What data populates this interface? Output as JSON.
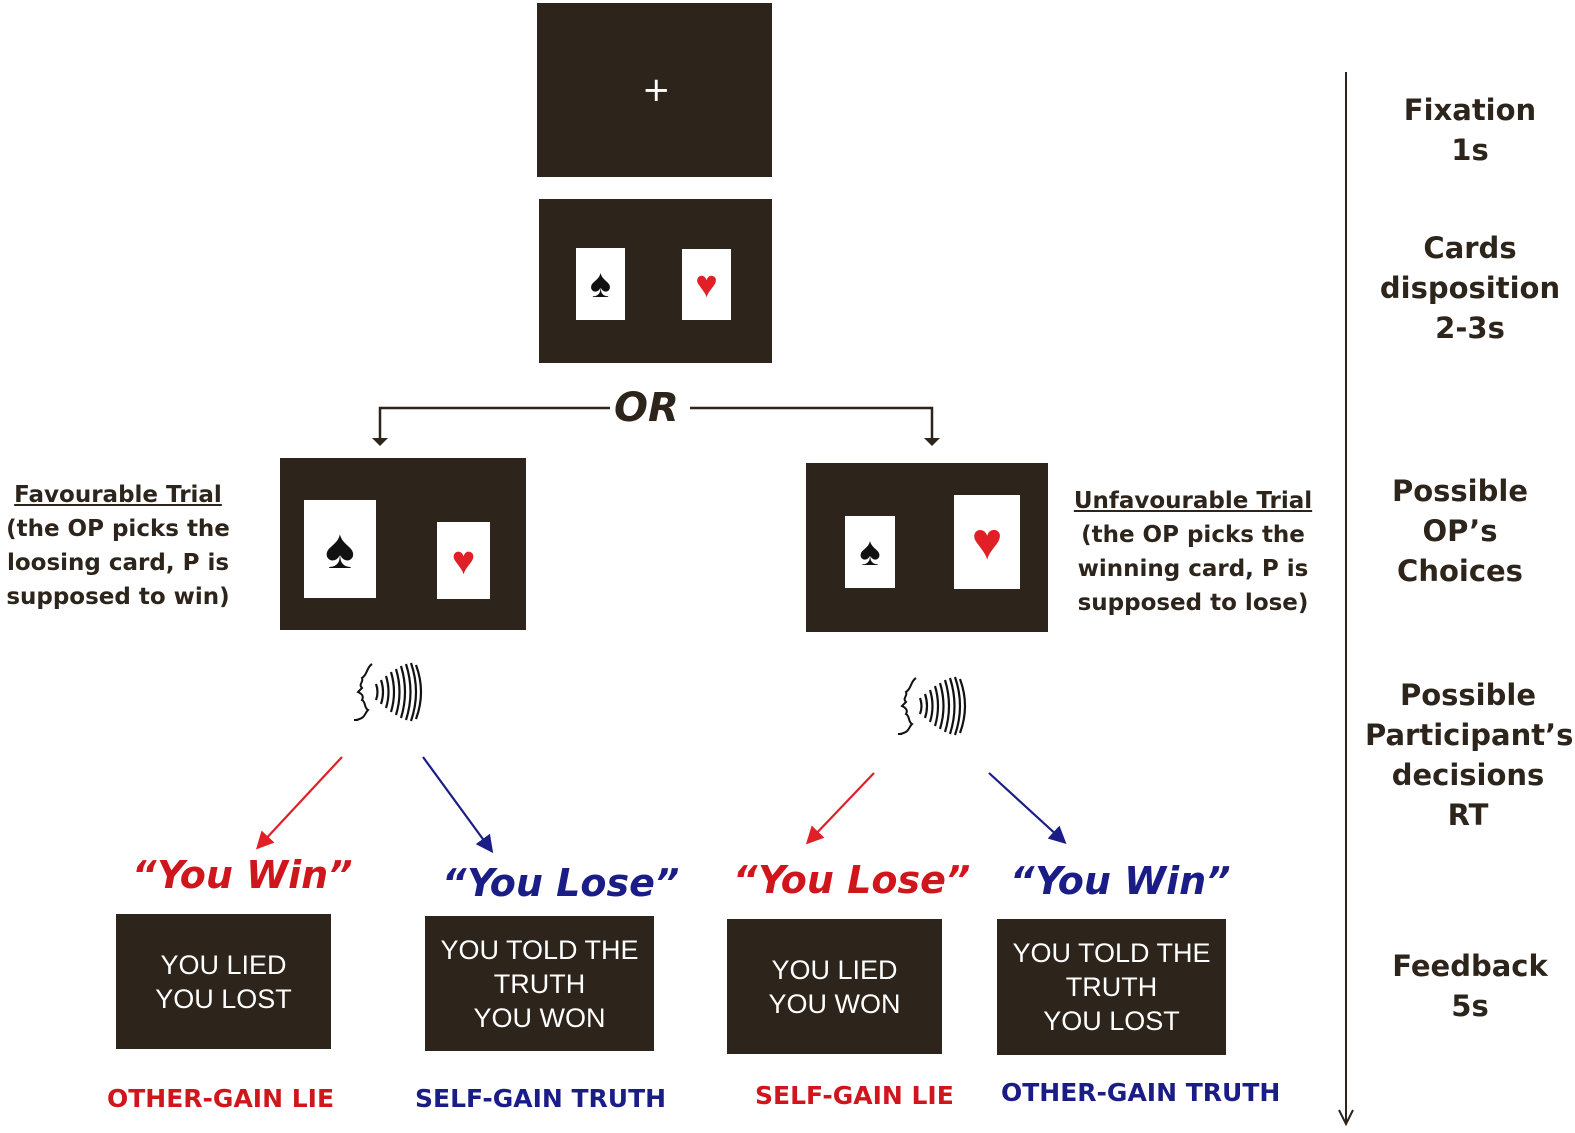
{
  "fixation": {
    "symbol": "+"
  },
  "or_label": "OR",
  "timeline": {
    "stages": [
      {
        "lines": [
          "Fixation",
          "1s"
        ]
      },
      {
        "lines": [
          "Cards",
          "disposition",
          "2-3s"
        ]
      },
      {
        "lines": [
          "Possible",
          "OP’s",
          "Choices"
        ]
      },
      {
        "lines": [
          "Possible",
          "Participant’s",
          "decisions",
          "RT"
        ]
      },
      {
        "lines": [
          "Feedback",
          "5s"
        ]
      }
    ]
  },
  "trials": {
    "favourable": {
      "title": "Favourable Trial",
      "desc": [
        "(the OP picks the",
        "loosing card, P is",
        "supposed to win)"
      ]
    },
    "unfavourable": {
      "title": "Unfavourable Trial",
      "desc": [
        "(the OP picks the",
        "winning card, P is",
        "supposed to lose)"
      ]
    }
  },
  "suits": {
    "spade": "♠",
    "heart": "♥"
  },
  "outcomes": [
    {
      "quote": "“You Win”",
      "feedback": [
        "YOU LIED",
        "YOU LOST"
      ],
      "category": "OTHER-GAIN LIE",
      "color": "#d0161d"
    },
    {
      "quote": "“You Lose”",
      "feedback": [
        "YOU TOLD THE",
        "TRUTH",
        "YOU WON"
      ],
      "category": "SELF-GAIN TRUTH",
      "color": "#1b1d86"
    },
    {
      "quote": "“You Lose”",
      "feedback": [
        "YOU LIED",
        "YOU WON"
      ],
      "category": "SELF-GAIN LIE",
      "color": "#d0161d"
    },
    {
      "quote": "“You Win”",
      "feedback": [
        "YOU TOLD THE",
        "TRUTH",
        "YOU LOST"
      ],
      "category": "OTHER-GAIN TRUTH",
      "color": "#1b1d86"
    }
  ],
  "colors": {
    "screen": "#2d241b",
    "red": "#d0161d",
    "blue": "#1b1d86",
    "heart": "#e01f26"
  }
}
